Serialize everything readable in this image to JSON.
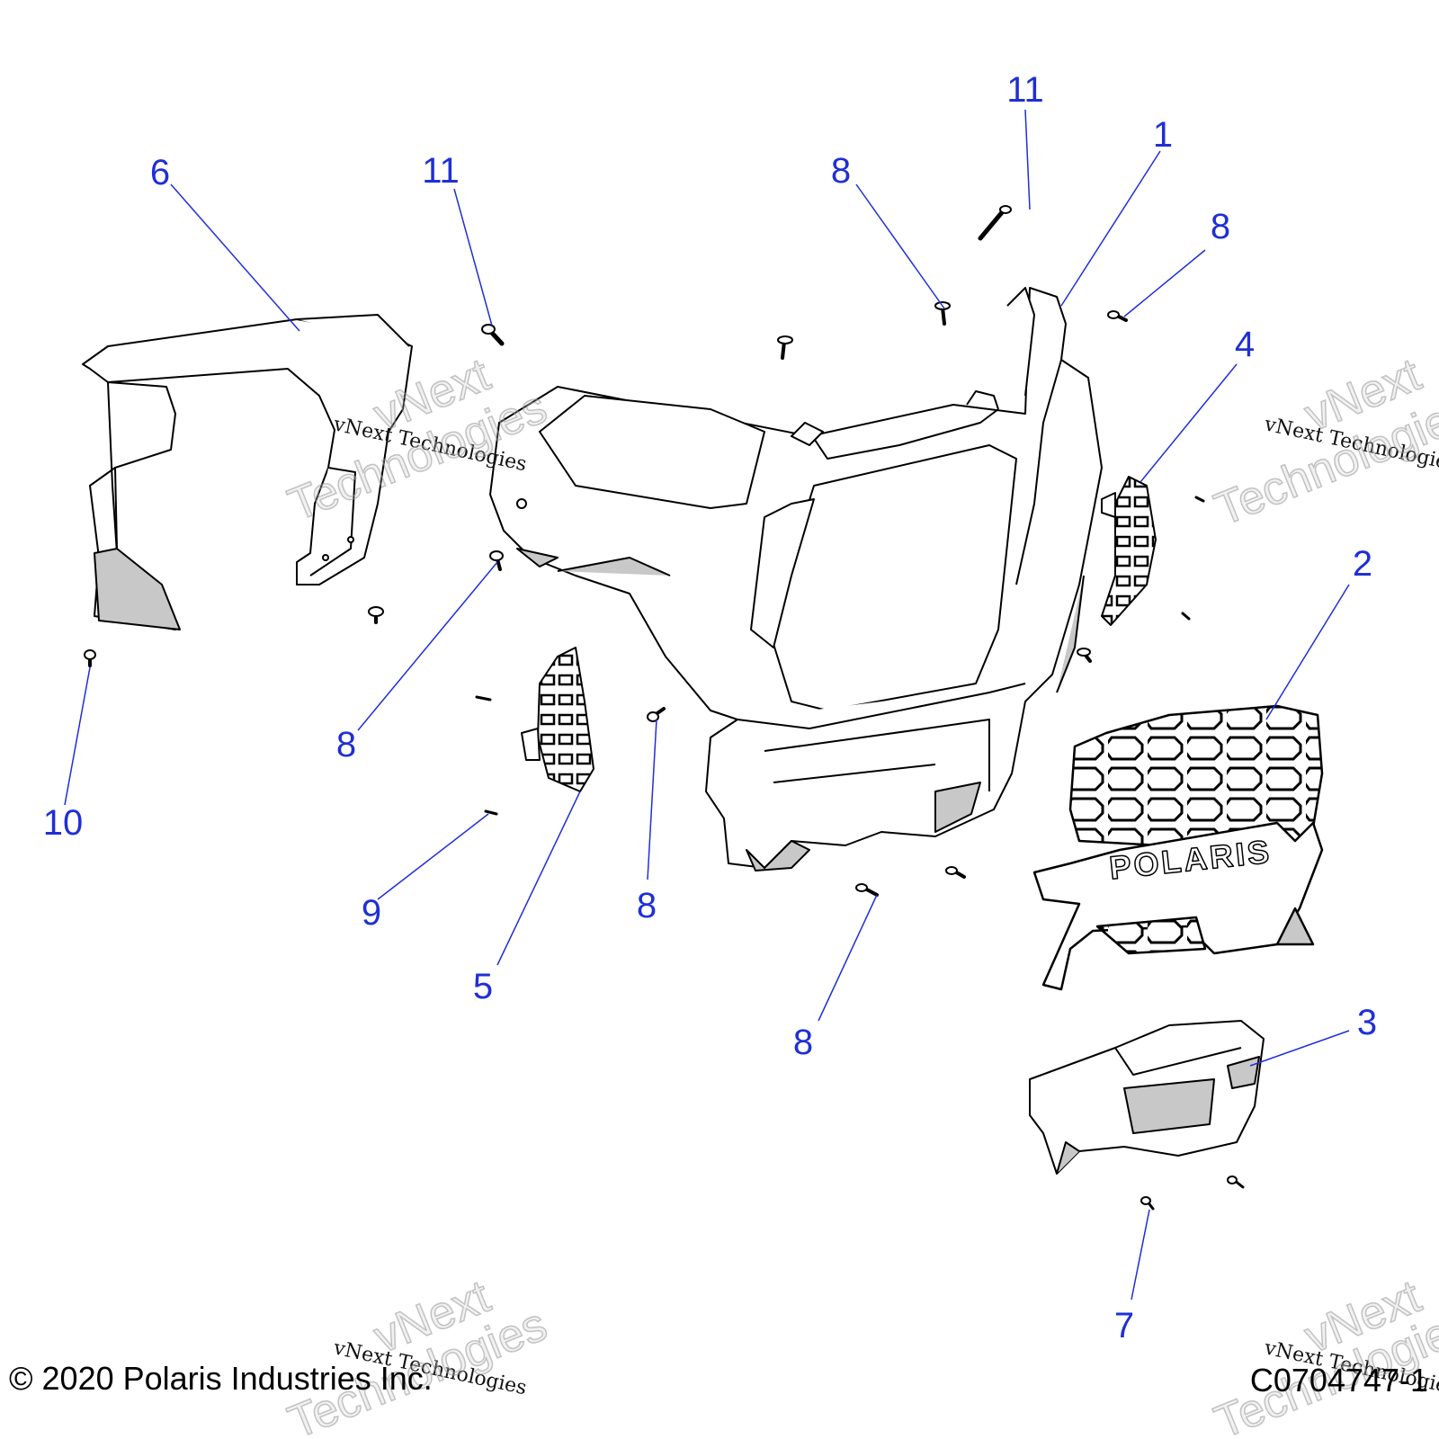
{
  "callouts": [
    {
      "id": "1",
      "label": "1"
    },
    {
      "id": "2",
      "label": "2"
    },
    {
      "id": "3",
      "label": "3"
    },
    {
      "id": "4",
      "label": "4"
    },
    {
      "id": "5",
      "label": "5"
    },
    {
      "id": "6",
      "label": "6"
    },
    {
      "id": "7",
      "label": "7"
    },
    {
      "id": "8a",
      "label": "8"
    },
    {
      "id": "8b",
      "label": "8"
    },
    {
      "id": "8c",
      "label": "8"
    },
    {
      "id": "8d",
      "label": "8"
    },
    {
      "id": "8e",
      "label": "8"
    },
    {
      "id": "9",
      "label": "9"
    },
    {
      "id": "10",
      "label": "10"
    },
    {
      "id": "11a",
      "label": "11"
    },
    {
      "id": "11b",
      "label": "11"
    }
  ],
  "grille_logo_text": "POLARIS",
  "footer": {
    "copyright": "© 2020 Polaris Industries Inc.",
    "drawing_id": "C0704747-1"
  },
  "watermark": {
    "line_small": "vNext Technologies",
    "line_big_1": "vNext",
    "line_big_2": "Technologies"
  },
  "colors": {
    "callout": "#1f2fd6",
    "line": "#1f2fd6",
    "outline": "#000000",
    "shade": "#c8c8c8"
  }
}
